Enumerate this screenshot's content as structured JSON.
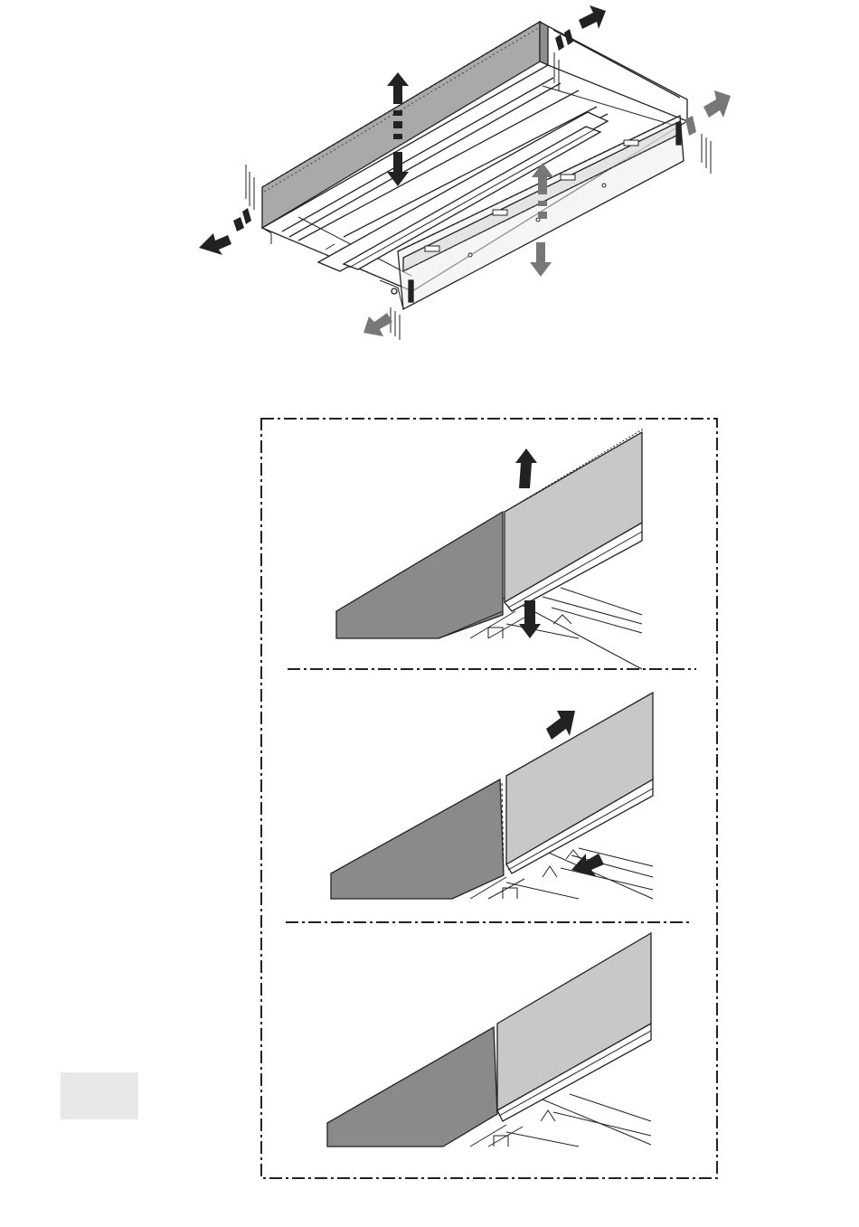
{
  "document": {
    "type": "assembly-instruction-illustration",
    "text_content": []
  },
  "overview": {
    "arrows": [
      {
        "name": "top-panel-up-arrow",
        "color": "#222222",
        "direction": "up"
      },
      {
        "name": "top-panel-down-arrow",
        "color": "#222222",
        "direction": "down"
      },
      {
        "name": "front-panel-up-arrow",
        "color": "#777777",
        "direction": "up"
      },
      {
        "name": "front-panel-down-arrow",
        "color": "#777777",
        "direction": "down"
      },
      {
        "name": "left-end-out-arrow",
        "color": "#222222",
        "direction": "left"
      },
      {
        "name": "right-back-out-arrow",
        "color": "#222222",
        "direction": "up-right"
      },
      {
        "name": "right-front-out-arrow",
        "color": "#777777",
        "direction": "up-right"
      },
      {
        "name": "front-left-out-arrow",
        "color": "#777777",
        "direction": "down-left"
      }
    ]
  },
  "detail_box": {
    "steps": [
      {
        "step": 1,
        "action": "lift-panel-up-and-push-down",
        "arrows": [
          "up",
          "down"
        ]
      },
      {
        "step": 2,
        "action": "slide-panel-together",
        "arrows": [
          "up-right",
          "left"
        ]
      },
      {
        "step": 3,
        "action": "panels-joined",
        "arrows": []
      }
    ]
  },
  "colors": {
    "line": "#222222",
    "dark_panel": "#8a8a8a",
    "light_panel": "#c8c8c8",
    "side_panel": "#a9a9a9",
    "page_tab": "#e8e8e8",
    "grey_arrow": "#777777"
  }
}
